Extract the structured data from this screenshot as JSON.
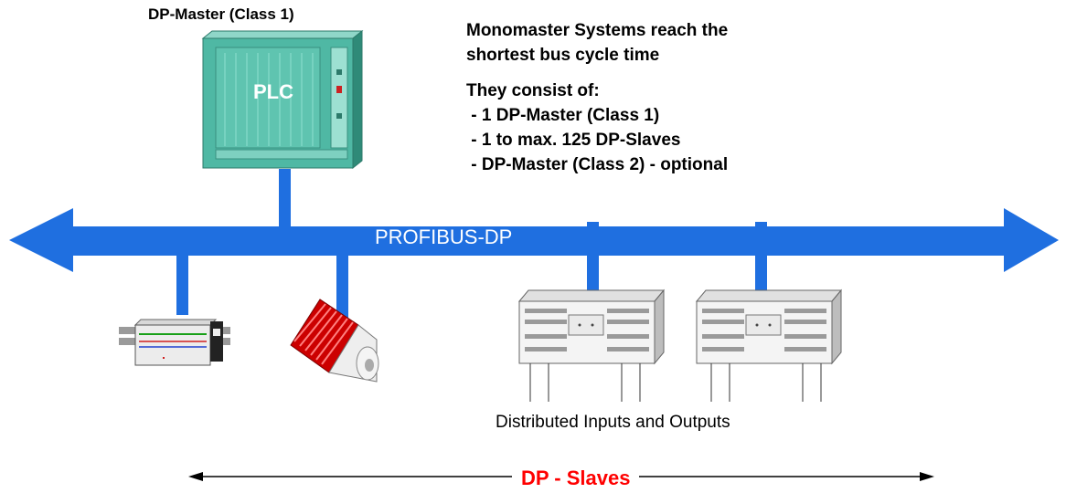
{
  "master": {
    "label": "DP-Master (Class 1)",
    "plc_label": "PLC"
  },
  "info": {
    "heading_line1": "Monomaster Systems reach the",
    "heading_line2": "shortest bus cycle time",
    "consist_label": "They consist of:",
    "items": [
      " - 1 DP-Master (Class 1)",
      " - 1 to max. 125 DP-Slaves",
      " - DP-Master (Class 2) - optional"
    ]
  },
  "bus": {
    "label": "PROFIBUS-DP",
    "color": "#1f6fe0"
  },
  "io_label": "Distributed Inputs and Outputs",
  "slaves_label": "DP - Slaves",
  "colors": {
    "plc_body": "#4fb8a4",
    "motor": "#cc0000",
    "slaves_text": "#ff0000"
  }
}
